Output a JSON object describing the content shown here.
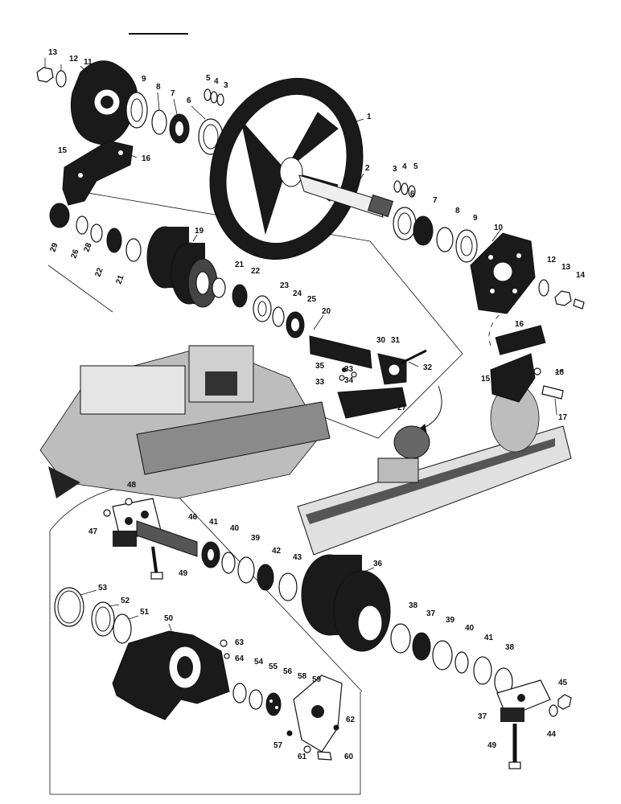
{
  "labels": [
    {
      "id": "p13a",
      "text": "13"
    },
    {
      "id": "p12a",
      "text": "12"
    },
    {
      "id": "p11",
      "text": "11"
    },
    {
      "id": "p9a",
      "text": "9"
    },
    {
      "id": "p8a",
      "text": "8"
    },
    {
      "id": "p7a",
      "text": "7"
    },
    {
      "id": "p6a",
      "text": "6"
    },
    {
      "id": "p5a",
      "text": "5"
    },
    {
      "id": "p4a",
      "text": "4"
    },
    {
      "id": "p3a",
      "text": "3"
    },
    {
      "id": "p1",
      "text": "1"
    },
    {
      "id": "p15a",
      "text": "15"
    },
    {
      "id": "p16a",
      "text": "16"
    },
    {
      "id": "p2",
      "text": "2"
    },
    {
      "id": "p3b",
      "text": "3"
    },
    {
      "id": "p4b",
      "text": "4"
    },
    {
      "id": "p5b",
      "text": "5"
    },
    {
      "id": "p6b",
      "text": "6"
    },
    {
      "id": "p7b",
      "text": "7"
    },
    {
      "id": "p8b",
      "text": "8"
    },
    {
      "id": "p9b",
      "text": "9"
    },
    {
      "id": "p10",
      "text": "10"
    },
    {
      "id": "p29",
      "text": "29"
    },
    {
      "id": "p26",
      "text": "26"
    },
    {
      "id": "p28",
      "text": "28"
    },
    {
      "id": "p22a",
      "text": "22"
    },
    {
      "id": "p21a",
      "text": "21"
    },
    {
      "id": "p19",
      "text": "19"
    },
    {
      "id": "p21b",
      "text": "21"
    },
    {
      "id": "p22b",
      "text": "22"
    },
    {
      "id": "p23",
      "text": "23"
    },
    {
      "id": "p24",
      "text": "24"
    },
    {
      "id": "p25",
      "text": "25"
    },
    {
      "id": "p12b",
      "text": "12"
    },
    {
      "id": "p13b",
      "text": "13"
    },
    {
      "id": "p14",
      "text": "14"
    },
    {
      "id": "p20",
      "text": "20"
    },
    {
      "id": "p30",
      "text": "30"
    },
    {
      "id": "p31",
      "text": "31"
    },
    {
      "id": "p35",
      "text": "35"
    },
    {
      "id": "p33a",
      "text": "33"
    },
    {
      "id": "p34",
      "text": "34"
    },
    {
      "id": "p33b",
      "text": "33"
    },
    {
      "id": "p32",
      "text": "32"
    },
    {
      "id": "p27",
      "text": "27"
    },
    {
      "id": "p16b",
      "text": "16"
    },
    {
      "id": "p15b",
      "text": "15"
    },
    {
      "id": "p18",
      "text": "18"
    },
    {
      "id": "p17",
      "text": "17"
    },
    {
      "id": "p48",
      "text": "48"
    },
    {
      "id": "p47",
      "text": "47"
    },
    {
      "id": "p46",
      "text": "46"
    },
    {
      "id": "p41a",
      "text": "41"
    },
    {
      "id": "p40a",
      "text": "40"
    },
    {
      "id": "p39a",
      "text": "39"
    },
    {
      "id": "p42",
      "text": "42"
    },
    {
      "id": "p43",
      "text": "43"
    },
    {
      "id": "p36",
      "text": "36"
    },
    {
      "id": "p49a",
      "text": "49"
    },
    {
      "id": "p53",
      "text": "53"
    },
    {
      "id": "p52",
      "text": "52"
    },
    {
      "id": "p51",
      "text": "51"
    },
    {
      "id": "p50",
      "text": "50"
    },
    {
      "id": "p38a",
      "text": "38"
    },
    {
      "id": "p37a",
      "text": "37"
    },
    {
      "id": "p39b",
      "text": "39"
    },
    {
      "id": "p40b",
      "text": "40"
    },
    {
      "id": "p41b",
      "text": "41"
    },
    {
      "id": "p38b",
      "text": "38"
    },
    {
      "id": "p63",
      "text": "63"
    },
    {
      "id": "p64",
      "text": "64"
    },
    {
      "id": "p54",
      "text": "54"
    },
    {
      "id": "p55",
      "text": "55"
    },
    {
      "id": "p56",
      "text": "56"
    },
    {
      "id": "p58",
      "text": "58"
    },
    {
      "id": "p59",
      "text": "59"
    },
    {
      "id": "p62",
      "text": "62"
    },
    {
      "id": "p57",
      "text": "57"
    },
    {
      "id": "p61",
      "text": "61"
    },
    {
      "id": "p60",
      "text": "60"
    },
    {
      "id": "p45",
      "text": "45"
    },
    {
      "id": "p37b",
      "text": "37"
    },
    {
      "id": "p44",
      "text": "44"
    },
    {
      "id": "p49b",
      "text": "49"
    }
  ]
}
